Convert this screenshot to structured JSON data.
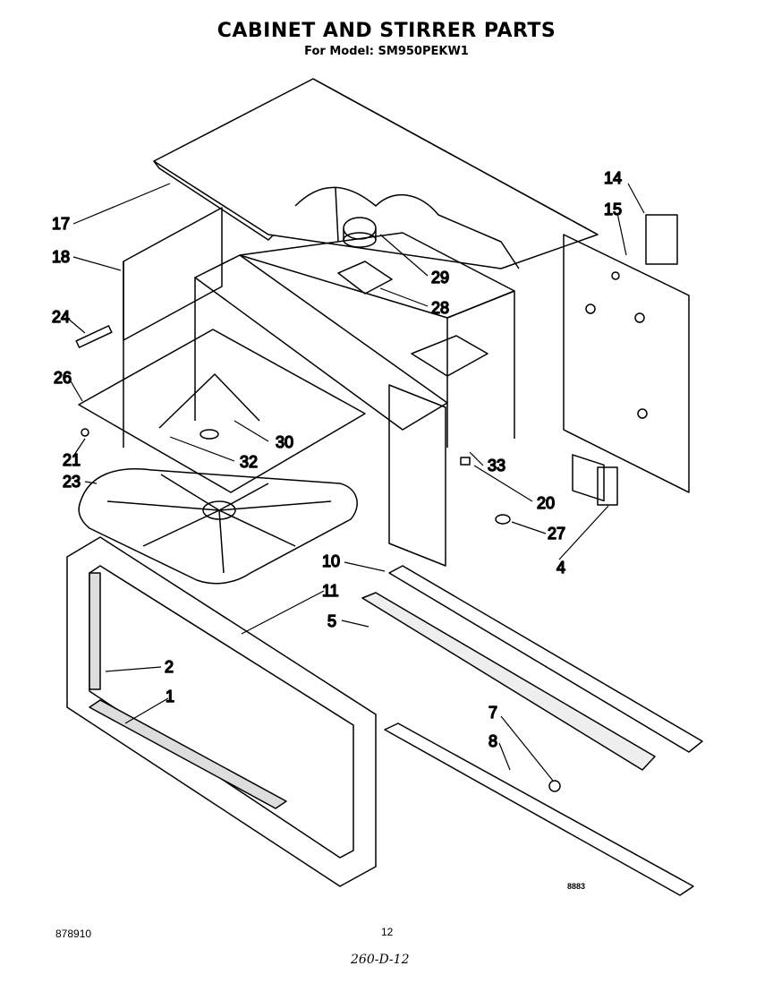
{
  "header": {
    "title": "CABINET AND STIRRER PARTS",
    "subtitle": "For Model: SM950PEKW1"
  },
  "callouts": [
    "1",
    "2",
    "4",
    "5",
    "7",
    "8",
    "10",
    "11",
    "14",
    "15",
    "17",
    "18",
    "20",
    "21",
    "23",
    "24",
    "26",
    "27",
    "28",
    "29",
    "30",
    "32",
    "33"
  ],
  "footer": {
    "doc_number": "878910",
    "page_number": "12",
    "handwritten_ref": "260-D-12",
    "art_code": "8883"
  }
}
